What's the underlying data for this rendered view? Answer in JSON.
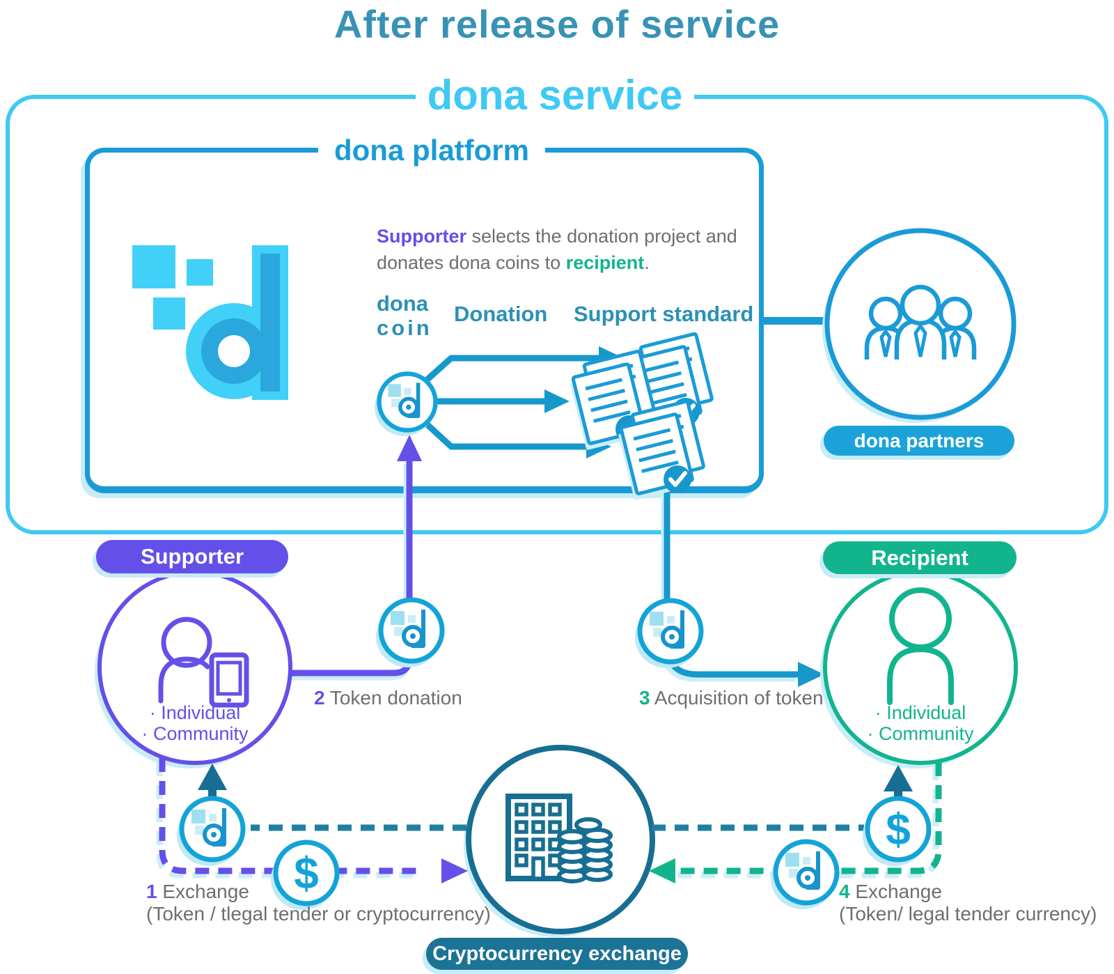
{
  "title": "After release of service",
  "service": {
    "label": "dona service"
  },
  "platform": {
    "label": "dona platform"
  },
  "description": {
    "highlight_supporter": "Supporter",
    "line1_rest": " selects the donation project and",
    "line2_start": "donates dona coins to ",
    "highlight_recipient": "recipient",
    "line2_end": "."
  },
  "platform_labels": {
    "coin_line1": "dona",
    "coin_line2": "coin",
    "donation": "Donation",
    "support_standard": "Support standard"
  },
  "partners": {
    "label": "dona partners"
  },
  "supporter": {
    "label": "Supporter",
    "item1": "· Individual",
    "item2": "· Community"
  },
  "recipient": {
    "label": "Recipient",
    "item1": "· Individual",
    "item2": "· Community"
  },
  "steps": {
    "s1": {
      "num": "1",
      "label": " Exchange",
      "sub": "(Token / tlegal tender or cryptocurrency)"
    },
    "s2": {
      "num": "2",
      "label": " Token donation"
    },
    "s3": {
      "num": "3",
      "label": " Acquisition of token"
    },
    "s4": {
      "num": "4",
      "label": " Exchange",
      "sub": "(Token/ legal tender currency)"
    }
  },
  "exchange": {
    "label": "Cryptocurrency exchange"
  },
  "icons": {
    "dollar": "$"
  },
  "colors": {
    "title_teal": "#3892b5",
    "service_cyan": "#3fc9f4",
    "platform_blue": "#1a9bd7",
    "dark_teal": "#176e92",
    "dashed_teal": "#1f7fa3",
    "purple": "#6450e8",
    "green": "#12b48e",
    "gray_text": "#6e6e6e",
    "shadow_cyan": "#c6ecf8",
    "coin_blue": "#14a3d9",
    "logo_cyan": "#41d0f7",
    "logo_inner_blue": "#2aa7dc"
  }
}
